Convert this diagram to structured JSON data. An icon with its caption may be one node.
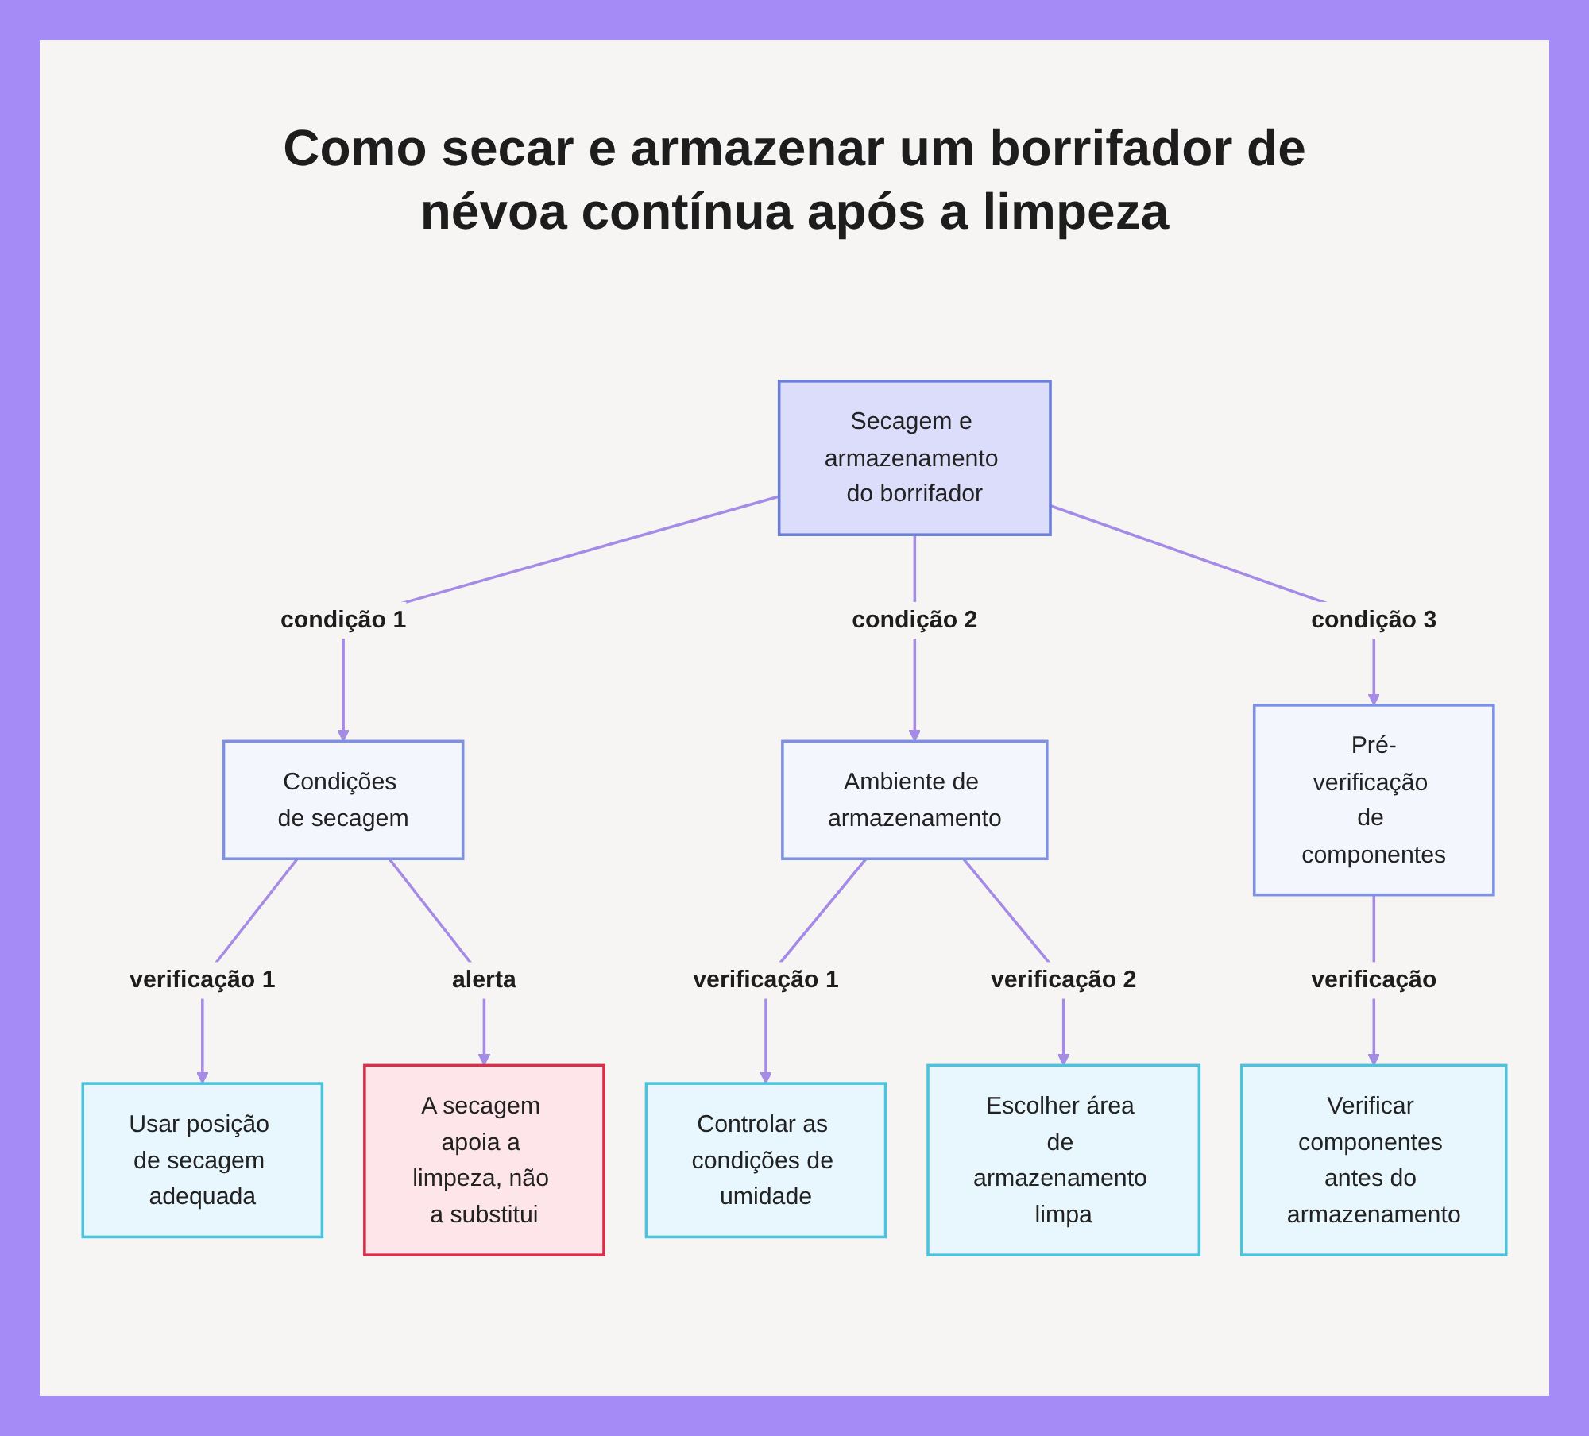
{
  "diagram": {
    "title": "Como secar e armazenar um borrifador de névoa contínua após a limpeza",
    "nodes": [
      {
        "text": [
          "Secagem e armazenamento do borrifador"
        ]
      },
      {
        "text": [
          "Condições de secagem"
        ]
      },
      {
        "text": [
          "Ambiente de armazenamento"
        ]
      },
      {
        "text": [
          "Pré-verificação de componentes"
        ]
      },
      {
        "text": [
          "Usar posição de secagem adequada"
        ]
      },
      {
        "text": [
          "A secagem apoia a limpeza, não a substitui"
        ]
      },
      {
        "text": [
          "Controlar as condições de umidade"
        ]
      },
      {
        "text": [
          "Escolher área de armazenamento limpa"
        ]
      },
      {
        "text": [
          "Verificar componentes antes do armazenamento"
        ]
      }
    ],
    "edges": [
      {
        "from": 0,
        "to": 1,
        "arrow": "to",
        "label": "condição 1"
      },
      {
        "from": 0,
        "to": 2,
        "arrow": "to",
        "label": "condição 2"
      },
      {
        "from": 0,
        "to": 3,
        "arrow": "to",
        "label": "condição 3"
      },
      {
        "from": 1,
        "to": 4,
        "arrow": "to",
        "label": "verificação 1"
      },
      {
        "from": 1,
        "to": 5,
        "arrow": "to",
        "label": "alerta"
      },
      {
        "from": 2,
        "to": 6,
        "arrow": "to",
        "label": "verificação 1"
      },
      {
        "from": 2,
        "to": 7,
        "arrow": "to",
        "label": "verificação 2"
      },
      {
        "from": 3,
        "to": 8,
        "arrow": "to",
        "label": "verificação"
      }
    ]
  }
}
